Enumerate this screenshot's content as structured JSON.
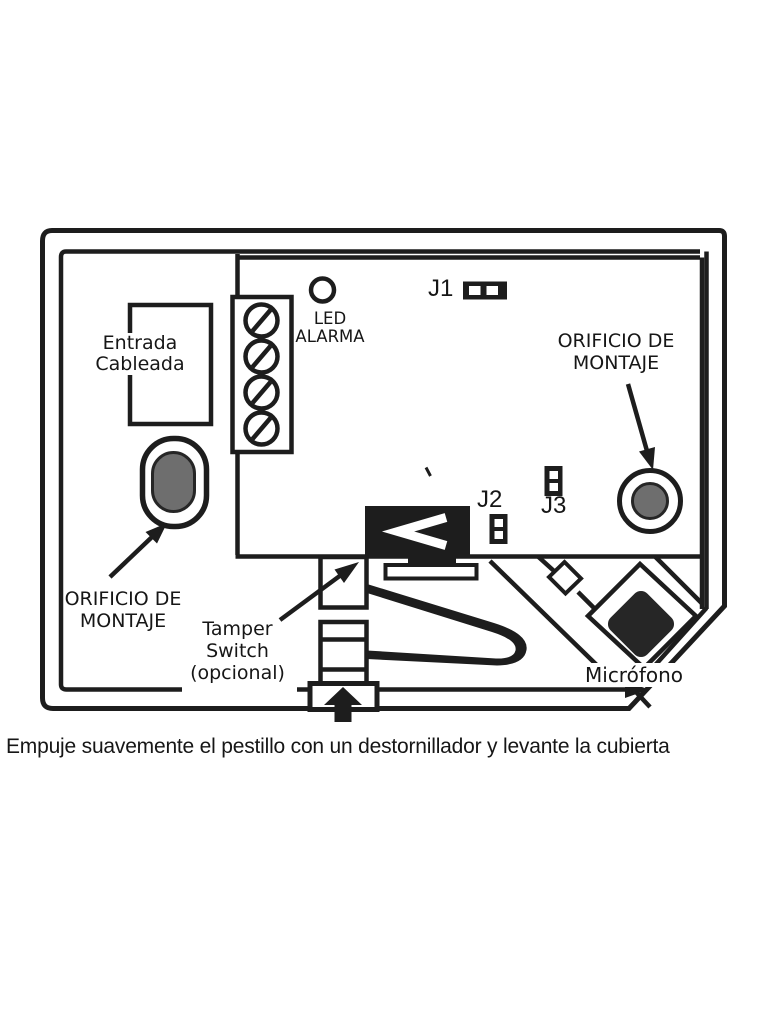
{
  "diagram": {
    "caption": "Empuje suavemente el pestillo con un destornillador y levante la cubierta",
    "labels": {
      "wired_input": [
        "Entrada",
        "Cableada"
      ],
      "led_alarm": [
        "LED",
        "ALARMA"
      ],
      "jumper_j1": "J1",
      "jumper_j2": "J2",
      "jumper_j3": "J3",
      "mounting_hole_right": [
        "ORIFICIO DE",
        "MONTAJE"
      ],
      "mounting_hole_left": [
        "ORIFICIO DE",
        "MONTAJE"
      ],
      "tamper_switch": [
        "Tamper",
        "Switch",
        "(opcional)"
      ],
      "microphone": "Micrófono"
    },
    "colors": {
      "ink": "#1d1d1d",
      "hole_fill_gray": "#6e6e6e",
      "background": "#ffffff"
    }
  }
}
